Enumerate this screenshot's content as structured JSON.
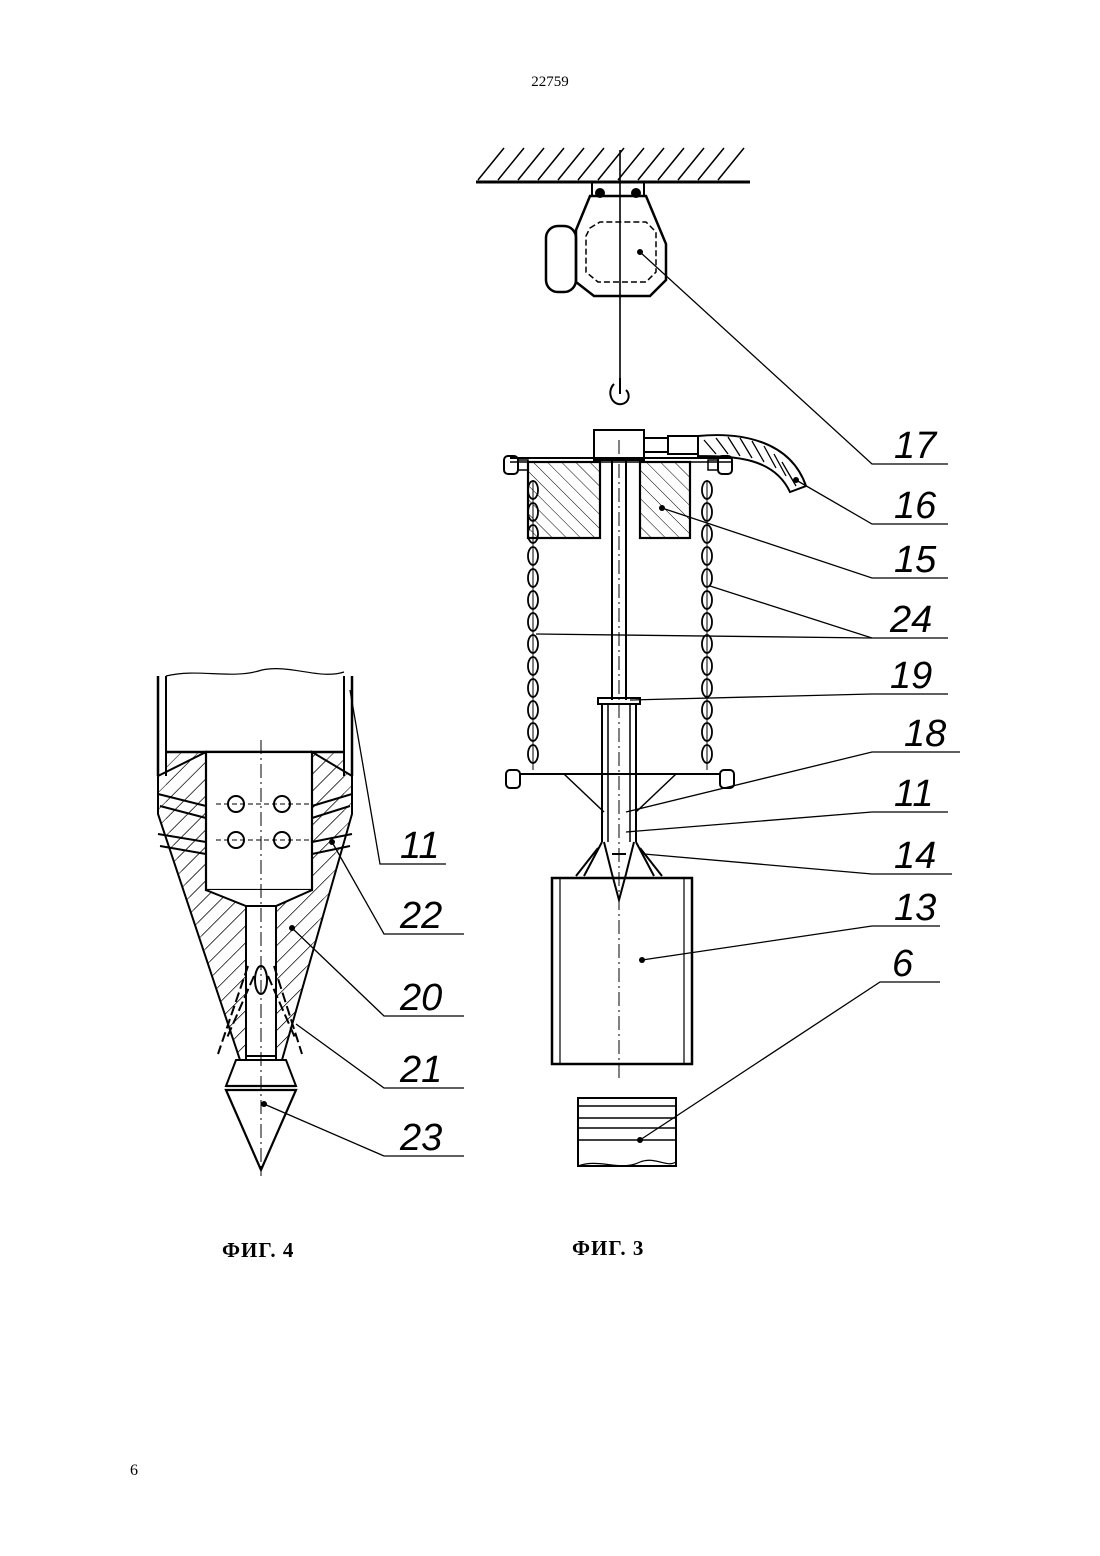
{
  "document": {
    "page_number_top": "22759",
    "page_number_bottom": "6"
  },
  "figures": {
    "fig4": {
      "caption": "ФИГ. 4",
      "callouts": [
        "11",
        "22",
        "20",
        "21",
        "23"
      ]
    },
    "fig3": {
      "caption": "ФИГ. 3",
      "callouts": [
        "17",
        "16",
        "15",
        "24",
        "19",
        "18",
        "11",
        "14",
        "13",
        "6"
      ]
    }
  }
}
